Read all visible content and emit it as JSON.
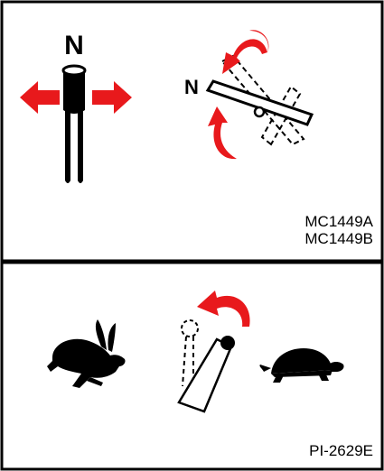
{
  "panel_top": {
    "magnet_label": "N",
    "needle_label": "N",
    "codes": [
      "MC1449A",
      "MC1449B"
    ]
  },
  "panel_bottom": {
    "code": "PI-2629E",
    "icons": [
      "rabbit-icon",
      "turtle-icon"
    ]
  },
  "colors": {
    "arrow": "#e8191c",
    "line": "#000000",
    "background": "#ffffff"
  }
}
